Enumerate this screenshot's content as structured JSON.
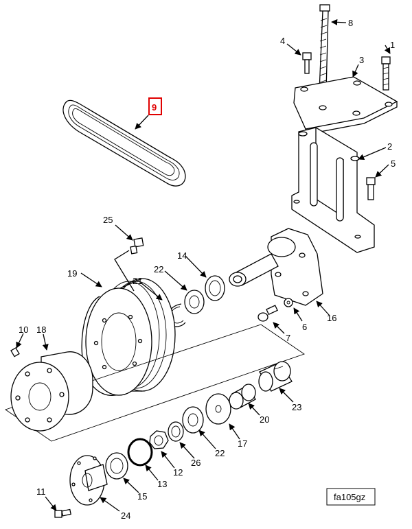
{
  "diagram": {
    "highlighted_callout": "9",
    "figure_code": "fa105gz",
    "callouts": [
      {
        "id": "c1",
        "text": "1"
      },
      {
        "id": "c2",
        "text": "2"
      },
      {
        "id": "c3",
        "text": "3"
      },
      {
        "id": "c4",
        "text": "4"
      },
      {
        "id": "c5",
        "text": "5"
      },
      {
        "id": "c6",
        "text": "6"
      },
      {
        "id": "c7",
        "text": "7"
      },
      {
        "id": "c8",
        "text": "8"
      },
      {
        "id": "c9",
        "text": "9"
      },
      {
        "id": "c10",
        "text": "10"
      },
      {
        "id": "c11",
        "text": "11"
      },
      {
        "id": "c12",
        "text": "12"
      },
      {
        "id": "c13",
        "text": "13"
      },
      {
        "id": "c14",
        "text": "14"
      },
      {
        "id": "c15",
        "text": "15"
      },
      {
        "id": "c16",
        "text": "16"
      },
      {
        "id": "c17",
        "text": "17"
      },
      {
        "id": "c18",
        "text": "18"
      },
      {
        "id": "c19",
        "text": "19"
      },
      {
        "id": "c20",
        "text": "20"
      },
      {
        "id": "c21",
        "text": "21"
      },
      {
        "id": "c22a",
        "text": "22"
      },
      {
        "id": "c22b",
        "text": "22"
      },
      {
        "id": "c23",
        "text": "23"
      },
      {
        "id": "c24",
        "text": "24"
      },
      {
        "id": "c25",
        "text": "25"
      },
      {
        "id": "c26",
        "text": "26"
      }
    ]
  }
}
